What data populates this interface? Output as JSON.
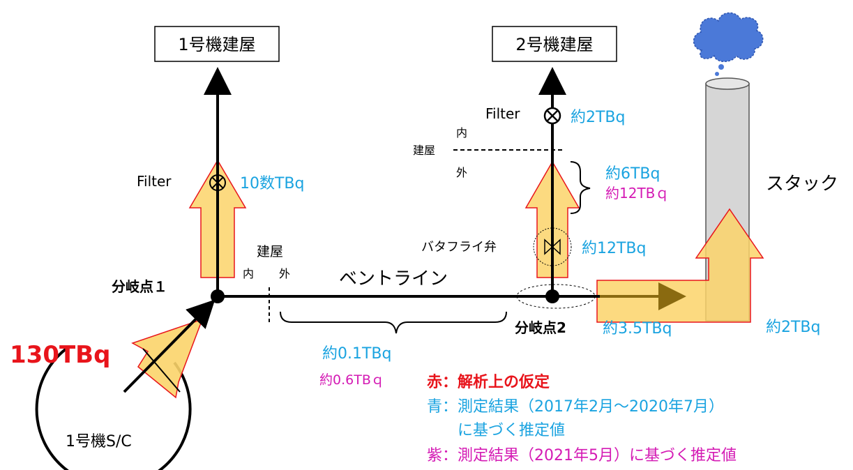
{
  "buildings": {
    "unit1": "1号機建屋",
    "unit2": "2号機建屋"
  },
  "labels": {
    "filter1": "Filter",
    "filter2": "Filter",
    "inside": "内",
    "outside": "外",
    "building": "建屋",
    "building_left": "建屋",
    "vent_line": "ベントライン",
    "branch1": "分岐点１",
    "branch2": "分岐点2",
    "butterfly_valve": "バタフライ弁",
    "stack": "スタック",
    "sc": "1号機S/C"
  },
  "values": {
    "source": "130TBq",
    "unit1_filter": "10数TBq",
    "unit2_filter": "約2TBq",
    "unit2_blue": "約6TBq",
    "unit2_magenta": "約12TBｑ",
    "butterfly": "約12TBq",
    "vent_blue": "約0.1TBq",
    "vent_magenta": "約0.6TBｑ",
    "branch2_value": "約3.5TBq",
    "stack_value": "約2TBq"
  },
  "legend": {
    "red_key": "赤：",
    "red_text": "解析上の仮定",
    "blue_key": "青：",
    "blue_text_1": "測定結果（2017年2月～2020年7月）",
    "blue_text_2": "に基づく推定値",
    "purple_key": "紫：",
    "purple_text": "測定結果（2021年5月）に基づく推定値"
  },
  "colors": {
    "red": "#e8141b",
    "blue": "#1aa3e0",
    "magenta": "#d41ab4",
    "arrow_fill": "#fbd46a",
    "arrow_edge": "#e8141b",
    "stack_fill": "#d6d6d6",
    "cloud": "#4b79d8"
  }
}
